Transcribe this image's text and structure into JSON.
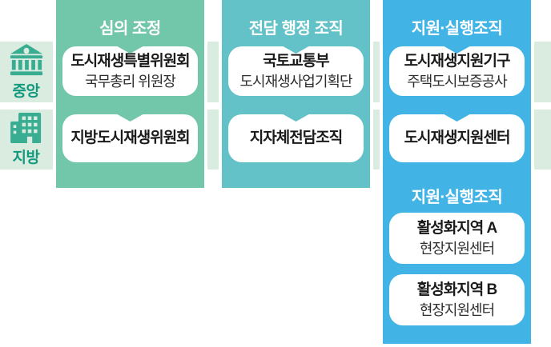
{
  "rows": [
    {
      "label": "중앙",
      "icon": "government-building-icon"
    },
    {
      "label": "지방",
      "icon": "office-building-icon"
    }
  ],
  "columns": [
    {
      "header": "심의 조정",
      "color": "#72c6a9",
      "cards": [
        {
          "title": "도시재생특별위원회",
          "subtitle": "국무총리 위원장"
        },
        {
          "title": "지방도시재생위원회"
        }
      ]
    },
    {
      "header": "전담 행정 조직",
      "color": "#63c1c8",
      "cards": [
        {
          "title": "국토교통부",
          "subtitle": "도시재생사업기획단"
        },
        {
          "title": "지자체전담조직"
        }
      ]
    },
    {
      "header": "지원·실행조직",
      "color": "#41b4e5",
      "cards": [
        {
          "title": "도시재생지원기구",
          "subtitle": "주택도시보증공사"
        },
        {
          "title": "도시재생지원센터"
        }
      ],
      "section2": {
        "header": "지원·실행조직",
        "cards": [
          {
            "title": "활성화지역 A",
            "subtitle": "현장지원센터"
          },
          {
            "title": "활성화지역 B",
            "subtitle": "현장지원센터"
          }
        ]
      }
    }
  ],
  "colors": {
    "column_deliberation": "#72c6a9",
    "column_admin": "#63c1c8",
    "column_support": "#41b4e5",
    "row_strip": "#d9ecdf",
    "label_text": "#13997e",
    "icon": "#38ad92",
    "card_background": "#ffffff",
    "header_text": "#ffffff",
    "card_title_text": "#1a1a1a",
    "card_subtitle_text": "#2e2e2e"
  }
}
